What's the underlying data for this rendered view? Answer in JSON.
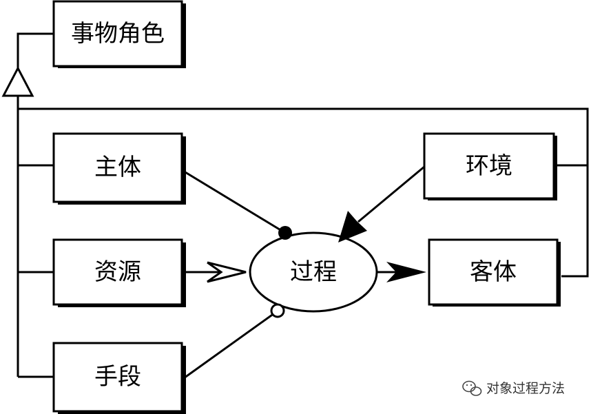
{
  "diagram": {
    "title_box": "事物角色",
    "left_boxes": [
      "主体",
      "资源",
      "手段"
    ],
    "center": "过程",
    "right_boxes": [
      "环境",
      "客体"
    ]
  },
  "watermark": {
    "text": "对象过程方法",
    "icon": "wechat-icon"
  },
  "colors": {
    "stroke": "#000000",
    "background": "#ffffff",
    "shadow": "#000000"
  }
}
